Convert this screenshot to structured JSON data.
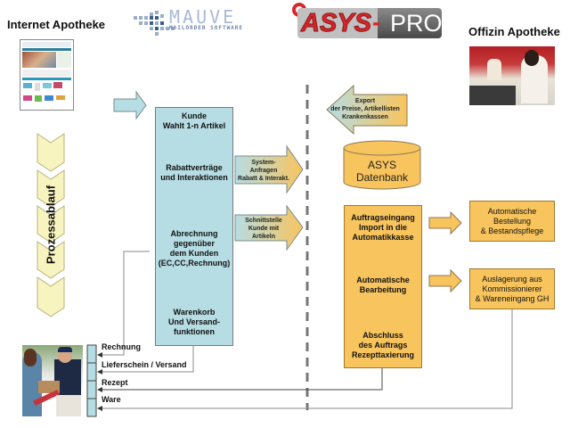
{
  "headers": {
    "internet": "Internet Apotheke",
    "offizin": "Offizin Apotheke"
  },
  "logos": {
    "mauve_main": "MAUVE",
    "mauve_sub": "MAILORDER SOFTWARE",
    "asys_red": "ASYS",
    "asys_dash": "-",
    "asys_pro": "PRO"
  },
  "process_label": "Prozessablauf",
  "customer_box": {
    "steps": [
      "Kunde\nWahlt 1-n Artikel",
      "Rabattverträge\nund Interaktionen",
      "Abrechnung\ngegenüber\ndem Kunden\n(EC,CC,Rechnung)",
      "Warenkorb\nUnd Versand-\nfunktionen"
    ]
  },
  "arrows": {
    "system": "System-\nAnfragen\nRabatt & Interakt.",
    "schnittstelle": "Schnittstelle\nKunde mit\nArtikeln",
    "export": "Export\nder Preise, Artikellisten\nKrankenkassen"
  },
  "database": "ASYS\nDatenbank",
  "asys_box": {
    "steps": [
      "Auftragseingang\nImport in die\nAutomatikkasse",
      "Automatische\nBearbeitung",
      "Abschluss\ndes Auftrags\nRezepttaxierung"
    ]
  },
  "right_boxes": [
    "Automatische\nBestellung\n& Bestandspflege",
    "Auslagerung aus\nKommissionierer\n& Wareneingang  GH"
  ],
  "delivery_labels": [
    "Rechnung",
    "Lieferschein / Versand",
    "Rezept",
    "Ware"
  ],
  "colors": {
    "teal": "#b6dde3",
    "orange": "#f8c45e",
    "chevron": "#f8f4c0",
    "asys_red": "#d8262b",
    "mauve_blue": "#7f97b8"
  }
}
